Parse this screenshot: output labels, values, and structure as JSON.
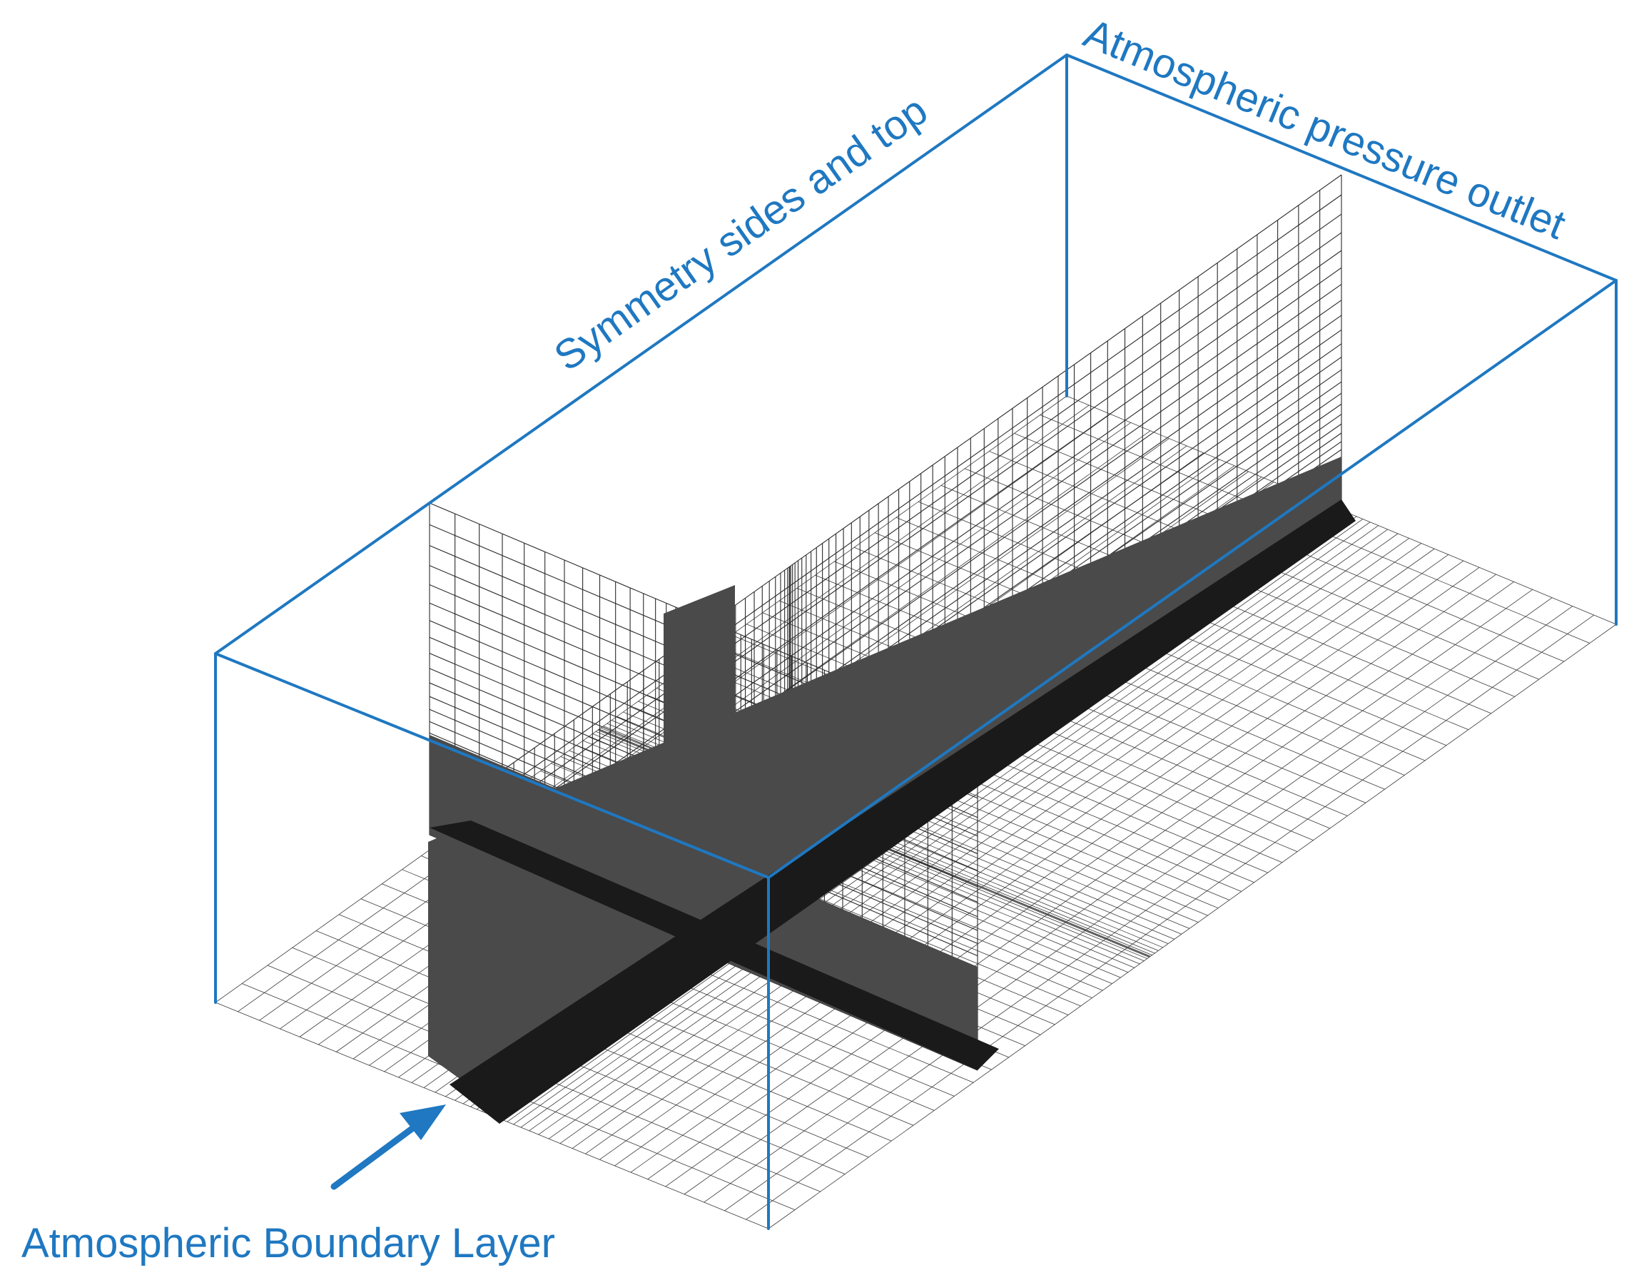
{
  "labels": {
    "symmetry": "Symmetry sides and top",
    "outlet": "Atmospheric pressure outlet",
    "inlet": "Atmospheric Boundary Layer"
  },
  "colors": {
    "accent": "#1f78c1",
    "mesh": "#2a2a2a",
    "dense_mesh": "#4a4a4a",
    "background": "#ffffff"
  },
  "icons": {
    "inlet_arrow": "arrow-up-right-icon"
  }
}
